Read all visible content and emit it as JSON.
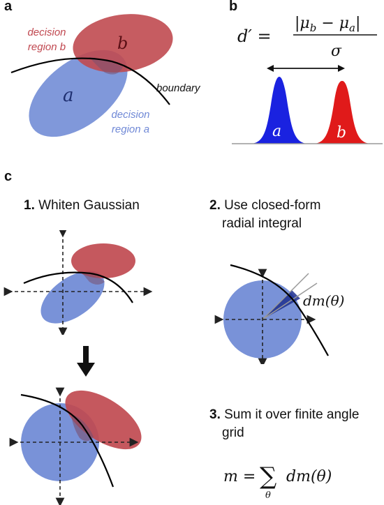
{
  "panel_a": {
    "letter": "a",
    "label_region_b_line1": "decision",
    "label_region_b_line2": "region b",
    "label_region_a_line1": "decision",
    "label_region_a_line2": "region a",
    "boundary_label": "boundary",
    "ellipse_b_label": "b",
    "ellipse_a_label": "a"
  },
  "panel_b": {
    "letter": "b",
    "formula_lhs": "d′ =",
    "formula_numerator": "|μ",
    "formula_num_sub_b": "b",
    "formula_num_minus": " − μ",
    "formula_num_sub_a": "a",
    "formula_num_end": "|",
    "formula_denominator": "σ",
    "peak_a_label": "a",
    "peak_b_label": "b"
  },
  "panel_c": {
    "letter": "c",
    "step1_number": "1.",
    "step1_text": " Whiten Gaussian",
    "step2_number": "2.",
    "step2_line1": " Use closed-form",
    "step2_line2": "radial integral",
    "step2_dm_label": "dm(θ)",
    "step3_number": "3.",
    "step3_line1": " Sum it over finite angle",
    "step3_line2": "grid",
    "sum_lhs": "m =",
    "sum_symbol": "∑",
    "sum_sub": "θ",
    "sum_rhs": "dm(θ)"
  },
  "colors": {
    "red_fill": "#c04a50",
    "blue_fill": "#6a86d4",
    "red_text": "#c0474f",
    "blue_text": "#6f88d6",
    "peak_blue": "#1a22e0",
    "peak_red": "#e01a1a"
  }
}
